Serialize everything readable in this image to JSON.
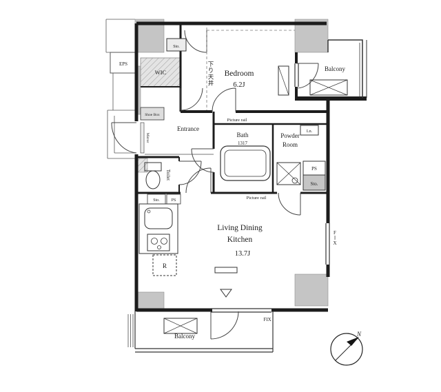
{
  "plan": {
    "bedroom": {
      "label": "Bedroom",
      "size": "6.2J"
    },
    "ldk": {
      "line1": "Living Dining",
      "line2": "Kitchen",
      "size": "13.7J"
    },
    "bath": {
      "label": "Bath",
      "size": "1317"
    },
    "powder": {
      "line1": "Powder",
      "line2": "Room"
    },
    "entrance": {
      "label": "Entrance"
    },
    "toilet": {
      "label": "Toilet"
    },
    "wic": {
      "label": "WIC"
    },
    "balcony_top": {
      "label": "Balcony"
    },
    "balcony_bottom": {
      "label": "Balcony"
    },
    "storage": {
      "sto_top": "Sto.",
      "sto_mid": "Sto.",
      "sto_right": "Sto.",
      "linen": "Ln.",
      "shoe_box": "Shoe Box"
    },
    "shafts": {
      "eps": "EPS",
      "ps_right": "PS",
      "ps_mid": "PS"
    },
    "annotations": {
      "picture_rail_top": "Picture rail",
      "picture_rail_bottom": "Picture rail",
      "mirror": "Mirror",
      "fridge": "R",
      "fix_right": "FIX",
      "fix_bottom": "FIX",
      "ceiling": "下り天井",
      "north": "N"
    }
  },
  "colors": {
    "wall": "#1c1c1c",
    "column_fill": "#c5c5c5",
    "hatch_line": "#9f9f9f",
    "thin_line": "#555555",
    "text": "#1b1b1b",
    "background": "#ffffff"
  }
}
